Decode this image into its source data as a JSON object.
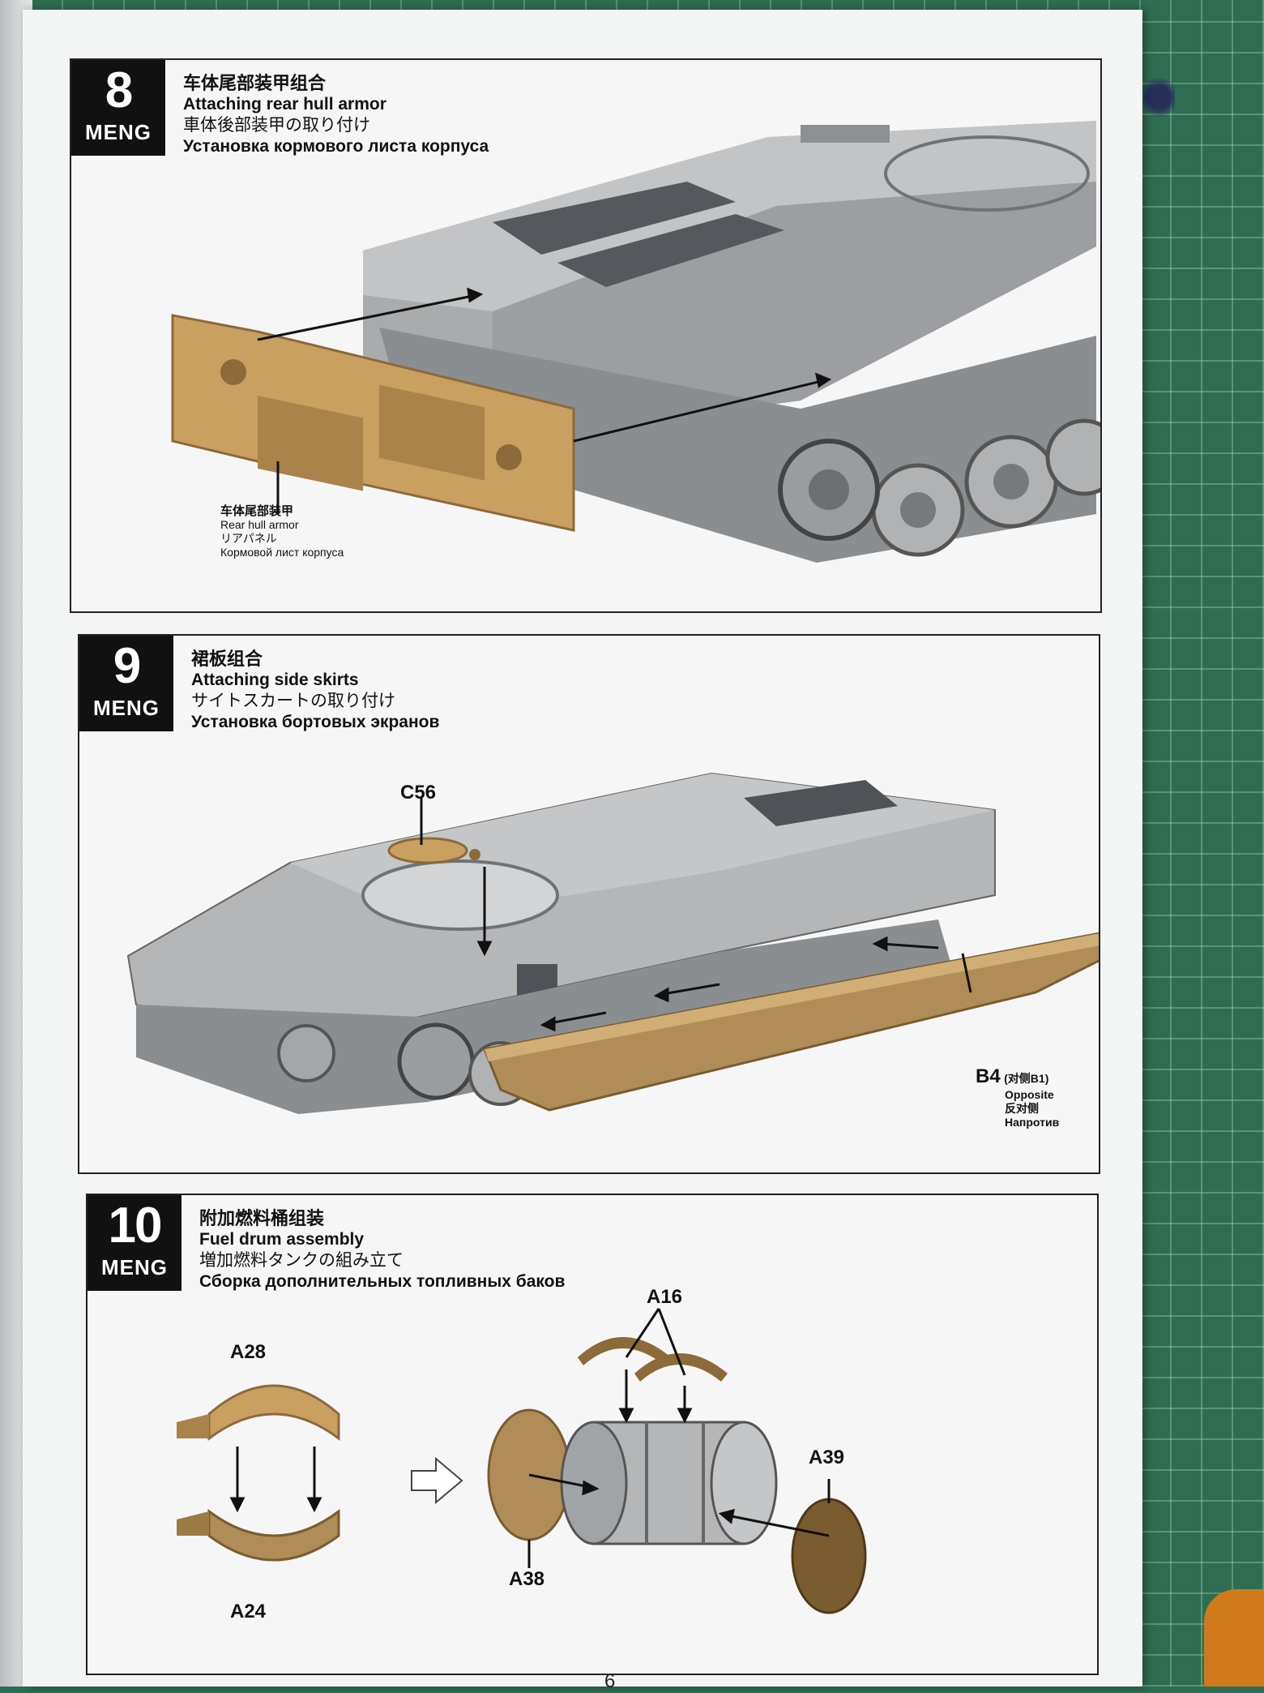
{
  "brand": "MENG",
  "page_number": "6",
  "steps": [
    {
      "number": "8",
      "title_zh": "车体尾部装甲组合",
      "title_en": "Attaching rear hull armor",
      "title_ja": "車体後部装甲の取り付け",
      "title_ru": "Установка кормового листа корпуса",
      "part_label": {
        "zh": "车体尾部装甲",
        "en": "Rear hull armor",
        "ja": "リアパネル",
        "ru": "Кормовой лист корпуса"
      }
    },
    {
      "number": "9",
      "title_zh": "裙板组合",
      "title_en": "Attaching side skirts",
      "title_ja": "サイトスカートの取り付け",
      "title_ru": "Установка бортовых экранов",
      "parts": {
        "hatch": "C56",
        "skirt": "B4",
        "skirt_note": "(对侧B1)",
        "opposite_en": "Opposite",
        "opposite_zh": "反对侧",
        "opposite_ru": "Напротив"
      }
    },
    {
      "number": "10",
      "title_zh": "附加燃料桶组装",
      "title_en": "Fuel drum assembly",
      "title_ja": "増加燃料タンクの組み立て",
      "title_ru": "Сборка  дополнительных топливных баков",
      "parts": {
        "top_half": "A28",
        "bottom_half": "A24",
        "straps": "A16",
        "front_cap": "A38",
        "rear_cap": "A39"
      }
    }
  ],
  "colors": {
    "kit_part": "#c9a060",
    "kit_part_dark": "#8c6a3a",
    "hull_grey": "#b4b6b8",
    "hull_dark": "#7d8084",
    "mat_green": "#2f6d52"
  }
}
